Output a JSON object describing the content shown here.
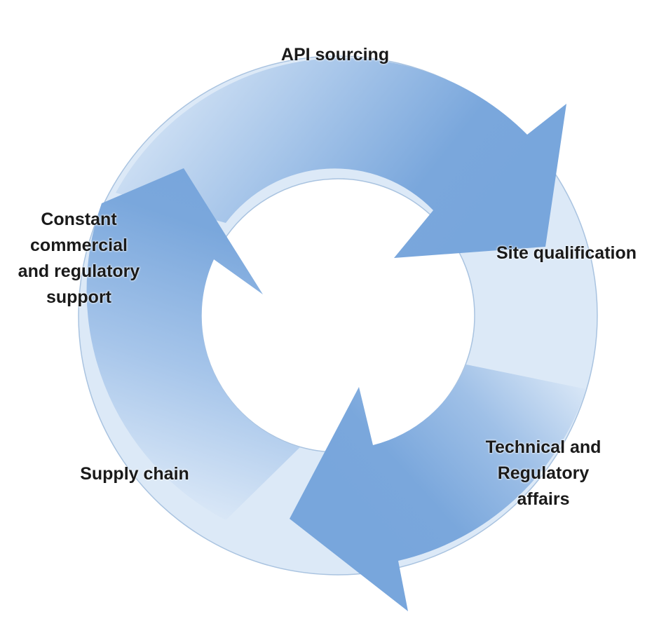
{
  "diagram": {
    "type": "cycle",
    "colors": {
      "arrow_fill": "#7aa7dc",
      "arrow_light": "#dbe8f6",
      "ring_fill": "#dce9f7",
      "ring_stroke": "#a9c3e0",
      "text": "#1a1a1a",
      "background": "#ffffff"
    },
    "labels": [
      {
        "id": "api-sourcing",
        "lines": [
          "API sourcing"
        ]
      },
      {
        "id": "site-qualification",
        "lines": [
          "Site qualification"
        ]
      },
      {
        "id": "technical-regulatory",
        "lines": [
          "Technical and",
          "Regulatory",
          "affairs"
        ]
      },
      {
        "id": "supply-chain",
        "lines": [
          "Supply chain"
        ]
      },
      {
        "id": "commercial-support",
        "lines": [
          "Constant",
          "commercial",
          "and regulatory",
          "support"
        ]
      }
    ],
    "arrows": [
      {
        "id": "arrow-top",
        "from": "API sourcing",
        "to": "Site qualification",
        "direction": "clockwise"
      },
      {
        "id": "arrow-bottom-right",
        "from": "Technical and Regulatory affairs",
        "to": "Supply chain",
        "direction": "clockwise"
      },
      {
        "id": "arrow-left",
        "from": "Supply chain",
        "to": "Constant commercial and regulatory support",
        "direction": "clockwise"
      }
    ]
  }
}
